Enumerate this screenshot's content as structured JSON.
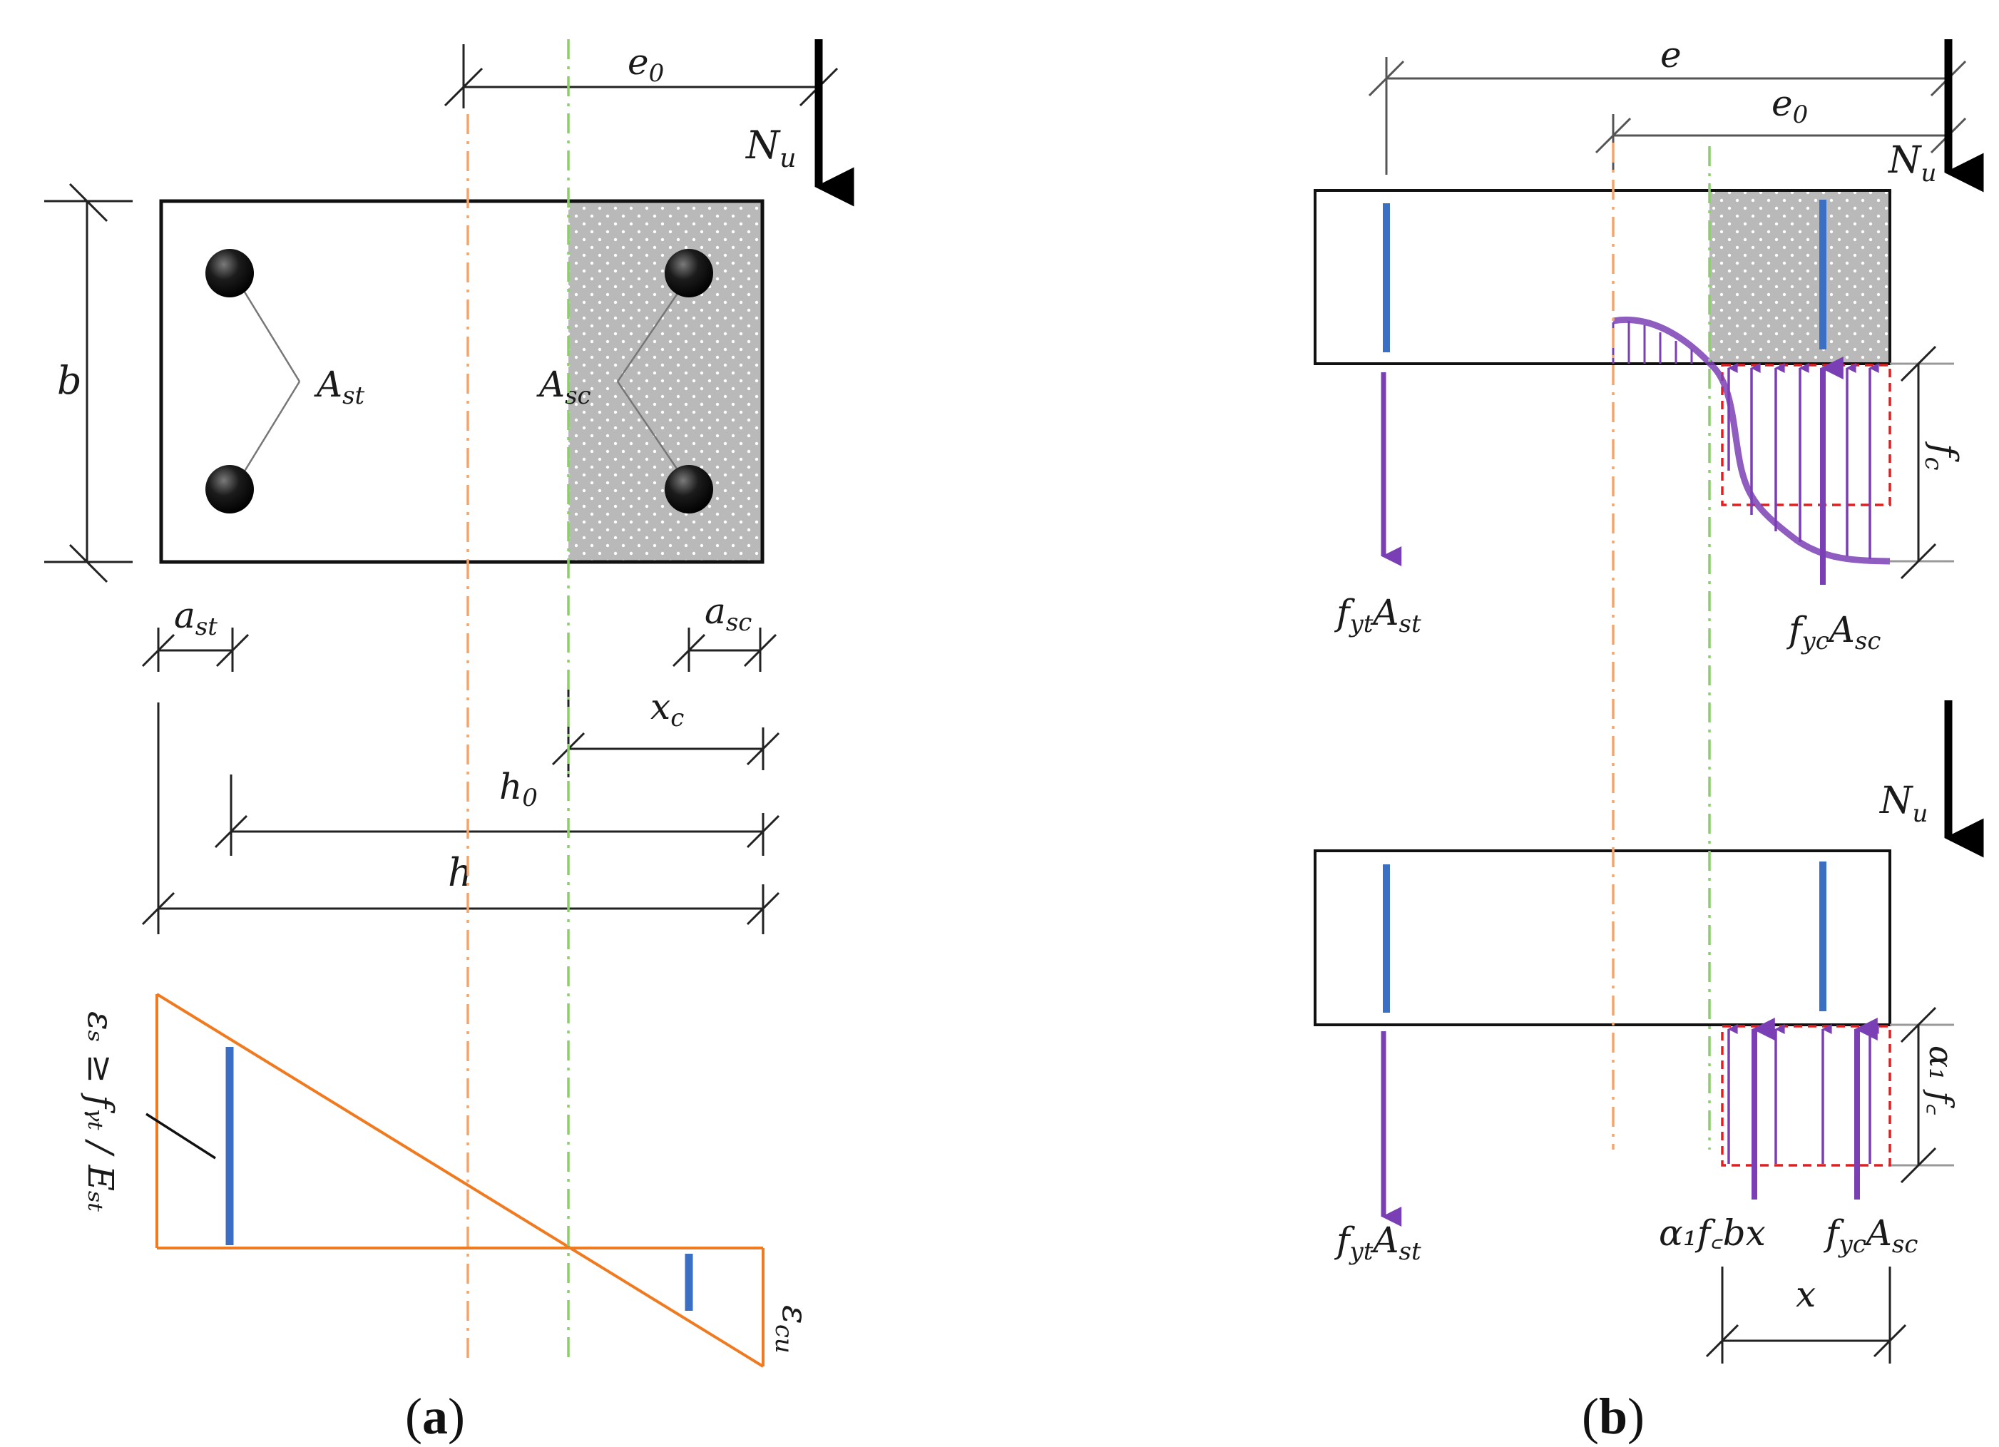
{
  "panel_a": {
    "caption_open": "(",
    "caption_letter": "a",
    "caption_close": ")",
    "labels": {
      "e0": {
        "main": "e",
        "sub": "0"
      },
      "Nu": {
        "main": "N",
        "sub": "u"
      },
      "b": {
        "main": "b",
        "sub": ""
      },
      "Ast": {
        "main": "A",
        "sub": "st"
      },
      "Asc": {
        "main": "A",
        "sub": "sc"
      },
      "ast": {
        "main": "a",
        "sub": "st"
      },
      "asc": {
        "main": "a",
        "sub": "sc"
      },
      "xc": {
        "main": "x",
        "sub": "c"
      },
      "h0": {
        "main": "h",
        "sub": "0"
      },
      "h": {
        "main": "h",
        "sub": ""
      },
      "strain_steel": "εₛ ≥ fᵧₜ / Eₛₜ",
      "ecu": {
        "main": "ε",
        "sub": "cu"
      }
    }
  },
  "panel_b": {
    "caption_open": "(",
    "caption_letter": "b",
    "caption_close": ")",
    "labels": {
      "e": {
        "main": "e",
        "sub": ""
      },
      "e0": {
        "main": "e",
        "sub": "0"
      },
      "Nu_top": {
        "main": "N",
        "sub": "u"
      },
      "Nu_bottom": {
        "main": "N",
        "sub": "u"
      },
      "fc": {
        "main": "f",
        "sub": "c"
      },
      "fyt_Ast_top": {
        "p1": "f",
        "s1": "yt",
        "p2": "A",
        "s2": "st"
      },
      "fyc_Asc_top": {
        "p1": "f",
        "s1": "yc",
        "p2": "A",
        "s2": "sc"
      },
      "alpha1_fc_side": "α₁ f꜀",
      "fyt_Ast_bottom": {
        "p1": "f",
        "s1": "yt",
        "p2": "A",
        "s2": "st"
      },
      "alpha1_fc_bx": "α₁f꜀bx",
      "fyc_Asc_bottom": {
        "p1": "f",
        "s1": "yc",
        "p2": "A",
        "s2": "sc"
      },
      "x": {
        "main": "x",
        "sub": ""
      }
    }
  },
  "colors": {
    "outline": "#111111",
    "concrete_fill": "#b9b9b9",
    "rebar_blue": "#3b6fc4",
    "force_purple": "#7b3fb5",
    "stress_red": "#e02020",
    "orange_axis": "#f5a46a",
    "green_axis": "#8ccf6a",
    "strain_orange": "#f07a20",
    "dim_line": "#222222"
  }
}
